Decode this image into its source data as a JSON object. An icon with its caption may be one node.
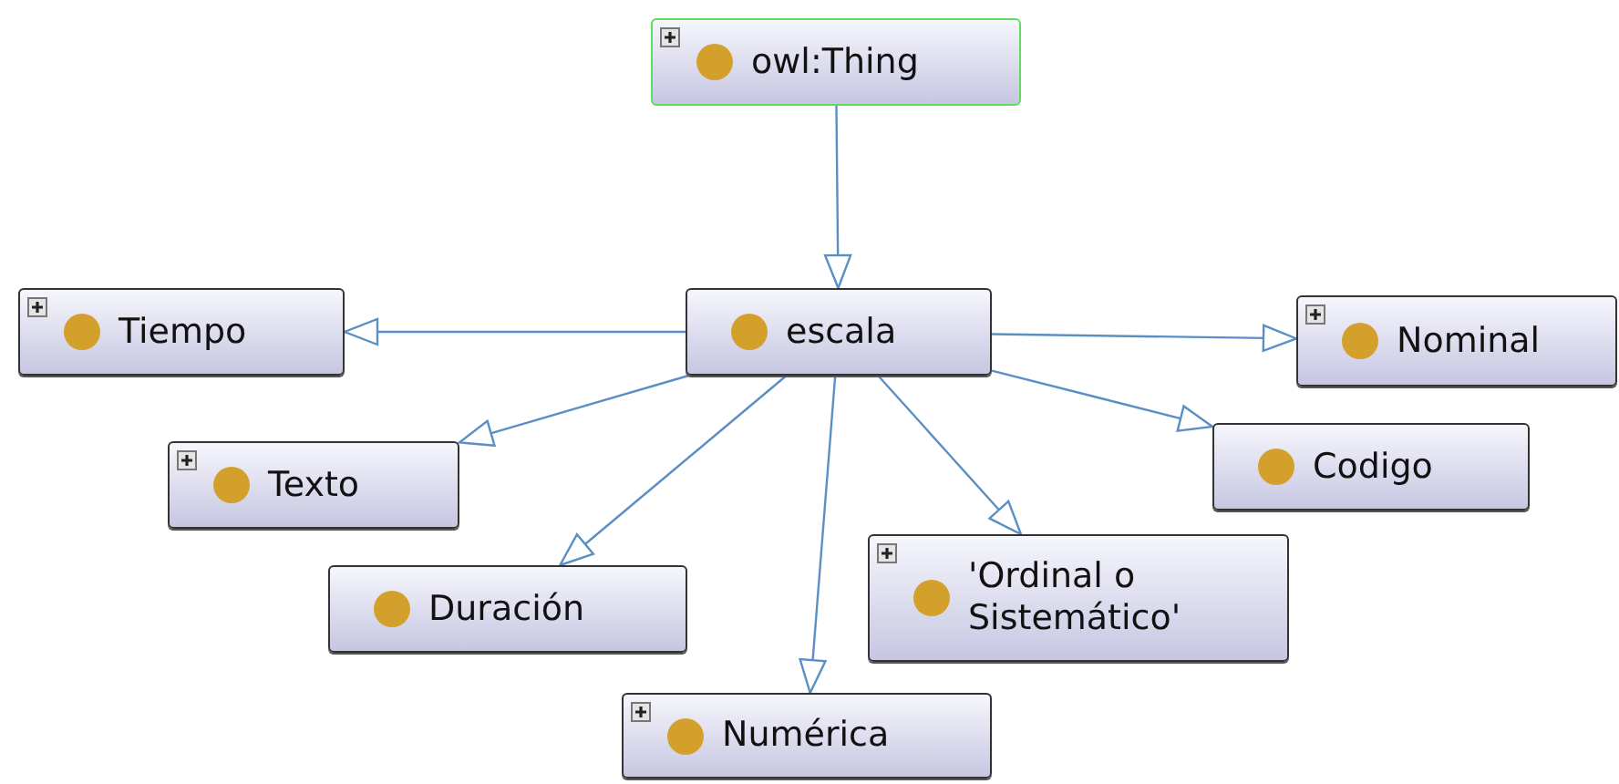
{
  "diagram": {
    "nodes": [
      {
        "text": [
          "owl:Thing"
        ]
      },
      {
        "text": [
          "escala"
        ]
      },
      {
        "text": [
          "Tiempo"
        ]
      },
      {
        "text": [
          "Nominal"
        ]
      },
      {
        "text": [
          "Texto"
        ]
      },
      {
        "text": [
          "Codigo"
        ]
      },
      {
        "text": [
          "Duración"
        ]
      },
      {
        "text": [
          "'Ordinal o Sistemático'"
        ]
      },
      {
        "text": [
          "Numérica"
        ]
      }
    ],
    "edges": [
      {
        "from": 0,
        "to": 1,
        "arrow": "to"
      },
      {
        "from": 1,
        "to": 2,
        "arrow": "to"
      },
      {
        "from": 1,
        "to": 3,
        "arrow": "to"
      },
      {
        "from": 1,
        "to": 4,
        "arrow": "to"
      },
      {
        "from": 1,
        "to": 5,
        "arrow": "to"
      },
      {
        "from": 1,
        "to": 6,
        "arrow": "to"
      },
      {
        "from": 1,
        "to": 7,
        "arrow": "to"
      },
      {
        "from": 1,
        "to": 8,
        "arrow": "to"
      }
    ]
  }
}
